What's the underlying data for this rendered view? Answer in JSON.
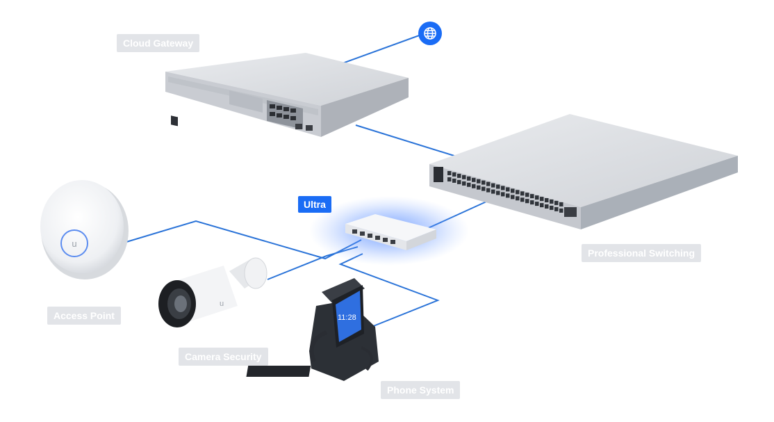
{
  "labels": {
    "cloud_gateway": "Cloud Gateway",
    "ultra": "Ultra",
    "professional_switching": "Professional Switching",
    "access_point": "Access Point",
    "camera_security": "Camera Security",
    "phone_system": "Phone System"
  },
  "phone_clock": "11:28",
  "colors": {
    "accent": "#1a6cf5",
    "cable": "#2a73d8",
    "label_bg": "#e2e4e8",
    "device_silver": "#d4d7dc",
    "device_dark": "#2a2d33"
  },
  "icons": {
    "internet": "globe-icon",
    "brand": "ubiquiti-logo"
  }
}
